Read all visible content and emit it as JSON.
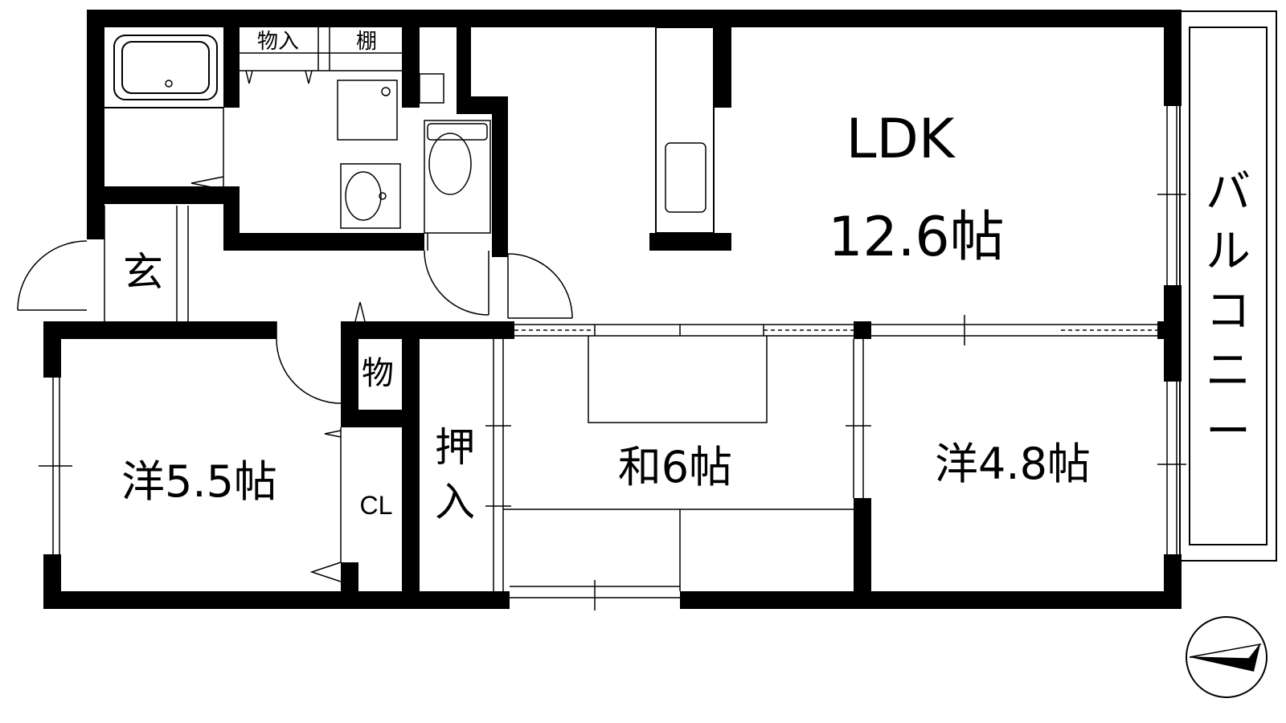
{
  "rooms": {
    "ldk_name": "LDK",
    "ldk_size": "12.6帖",
    "western1": "洋5.5帖",
    "japanese": "和6帖",
    "western2": "洋4.8帖"
  },
  "storage": {
    "oshiire_1": "押",
    "oshiire_2": "入",
    "closet": "CL",
    "mono_small": "物",
    "monoire": "物入",
    "tana": "棚"
  },
  "entrance": "玄",
  "balcony": [
    "バ",
    "ル",
    "コ",
    "ニ",
    "ー"
  ]
}
